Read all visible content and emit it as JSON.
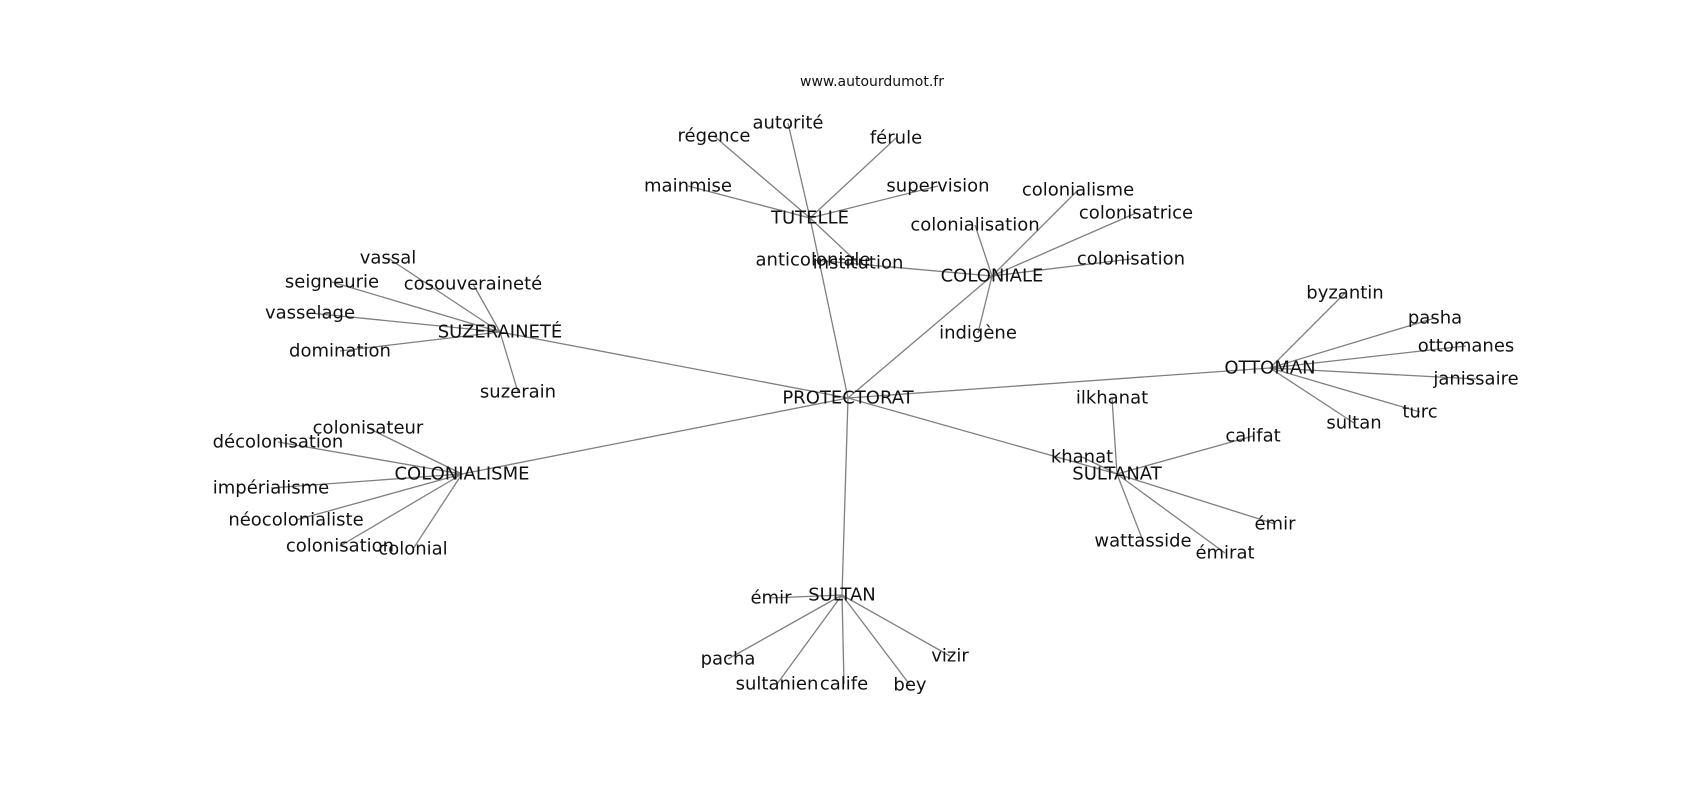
{
  "source": "www.autourdumot.fr",
  "center": "PROTECTORAT",
  "hubs": [
    {
      "id": "tutelle",
      "label": "TUTELLE",
      "leaves": [
        "régence",
        "autorité",
        "férule",
        "mainmise",
        "supervision",
        "institution"
      ]
    },
    {
      "id": "coloniale",
      "label": "COLONIALE",
      "leaves": [
        "colonialisme",
        "colonialisation",
        "colonisatrice",
        "anticoloniale",
        "colonisation",
        "indigène"
      ]
    },
    {
      "id": "suzerainete",
      "label": "SUZERAINETÉ",
      "leaves": [
        "vassal",
        "seigneurie",
        "cosouveraineté",
        "vasselage",
        "domination",
        "suzerain"
      ]
    },
    {
      "id": "ottoman",
      "label": "OTTOMAN",
      "leaves": [
        "byzantin",
        "pasha",
        "ottomanes",
        "janissaire",
        "turc",
        "sultan"
      ]
    },
    {
      "id": "sultanat",
      "label": "SULTANAT",
      "leaves": [
        "ilkhanat",
        "califat",
        "khanat",
        "émir",
        "wattasside",
        "émirat"
      ]
    },
    {
      "id": "colonialisme",
      "label": "COLONIALISME",
      "leaves": [
        "colonisateur",
        "décolonisation",
        "impérialisme",
        "néocolonialiste",
        "colonisation",
        "colonial"
      ]
    },
    {
      "id": "sultan",
      "label": "SULTAN",
      "leaves": [
        "émir",
        "pacha",
        "sultanien",
        "calife",
        "bey",
        "vizir"
      ]
    }
  ]
}
